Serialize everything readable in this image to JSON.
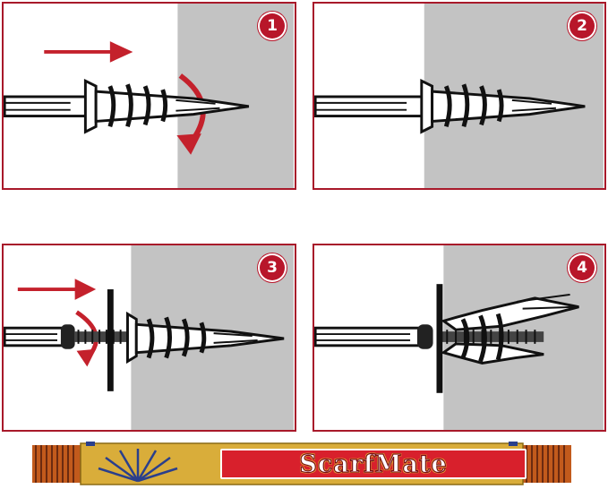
{
  "steps": [
    {
      "number": "1"
    },
    {
      "number": "2"
    },
    {
      "number": "3"
    },
    {
      "number": "4"
    }
  ],
  "brand": {
    "name": "ScarfMate"
  },
  "colors": {
    "frame": "#a8192a",
    "accent": "#c4212c",
    "wall": "#c3c3c3",
    "banner_gold": "#d9ad3a",
    "banner_red": "#d8202c",
    "ray_blue": "#2a3f8c"
  }
}
